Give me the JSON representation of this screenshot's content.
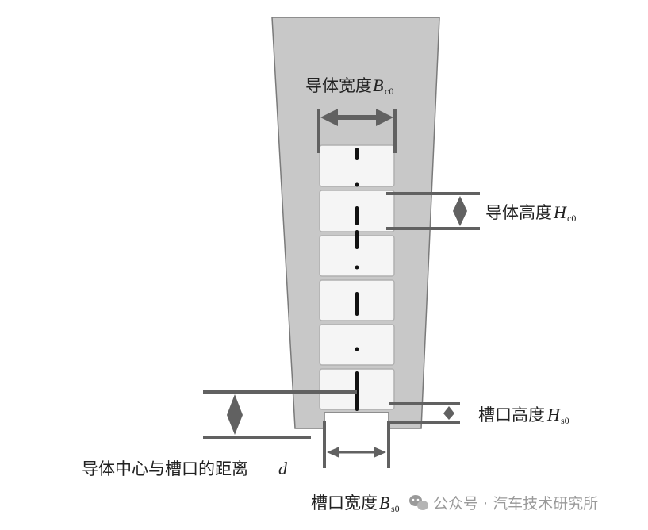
{
  "labels": {
    "conductor_width": {
      "text": "导体宽度",
      "symbol": "B",
      "sub": "c0"
    },
    "conductor_height": {
      "text": "导体高度",
      "symbol": "H",
      "sub": "c0"
    },
    "slot_opening_height": {
      "text": "槽口高度",
      "symbol": "H",
      "sub": "s0"
    },
    "center_distance": {
      "text": "导体中心与槽口的距离",
      "symbol": "d"
    },
    "slot_opening_width": {
      "text": "槽口宽度",
      "symbol": "B",
      "sub": "s0"
    }
  },
  "watermark": {
    "icon": "wechat-icon",
    "text": "公众号 · 汽车技术研究所"
  },
  "colors": {
    "slot_body": "#c8c8c8",
    "slot_outline": "#7a7a7a",
    "dimension": "#616161",
    "conductor_fill": "#f5f5f5",
    "conductor_outline": "#b0b0b0",
    "centerline": "#111111"
  }
}
